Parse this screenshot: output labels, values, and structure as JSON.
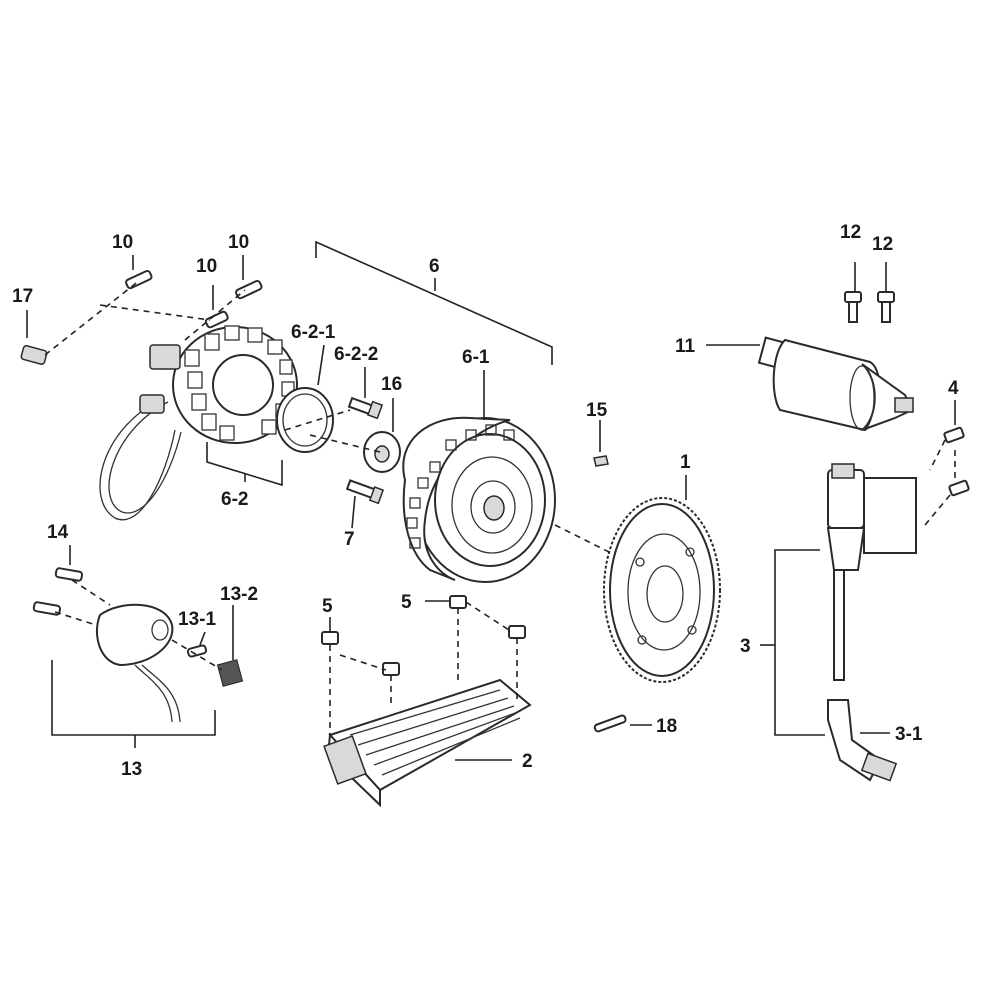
{
  "labels": {
    "l1": "1",
    "l2": "2",
    "l3": "3",
    "l3_1": "3-1",
    "l4": "4",
    "l5a": "5",
    "l5b": "5",
    "l6": "6",
    "l6_1": "6-1",
    "l6_2": "6-2",
    "l6_2_1": "6-2-1",
    "l6_2_2": "6-2-2",
    "l7": "7",
    "l10a": "10",
    "l10b": "10",
    "l10c": "10",
    "l11": "11",
    "l12a": "12",
    "l12b": "12",
    "l13": "13",
    "l13_1": "13-1",
    "l13_2": "13-2",
    "l14": "14",
    "l15": "15",
    "l16": "16",
    "l17": "17",
    "l18": "18"
  },
  "colors": {
    "line": "#222222",
    "background": "#ffffff",
    "shade": "#d9d9d9"
  }
}
